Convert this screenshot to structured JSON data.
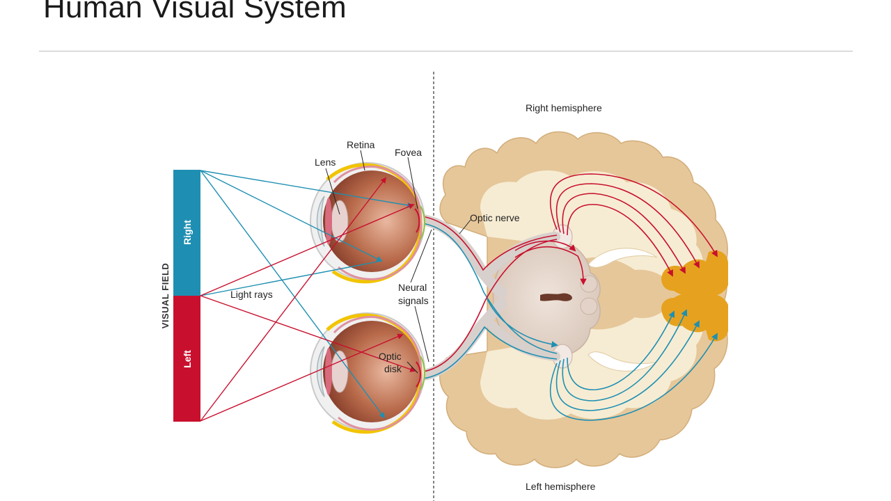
{
  "slide": {
    "title": "Human Visual System"
  },
  "diagram": {
    "visual_field": {
      "axis_label": "VISUAL FIELD",
      "right_label": "Right",
      "left_label": "Left"
    },
    "labels": {
      "lens": "Lens",
      "retina": "Retina",
      "fovea": "Fovea",
      "optic_nerve": "Optic nerve",
      "light_rays": "Light rays",
      "neural_signals_line1": "Neural",
      "neural_signals_line2": "signals",
      "optic_disk_line1": "Optic",
      "optic_disk_line2": "disk",
      "right_hemisphere": "Right hemisphere",
      "left_hemisphere": "Left hemisphere"
    },
    "colors": {
      "right_field": "#1e8fb2",
      "left_field": "#c8102e",
      "cortex": "#e6c79a",
      "white_matter": "#f6ecd3",
      "visual_cortex": "#e6a21e",
      "eye_interior": "#a0583a"
    }
  }
}
